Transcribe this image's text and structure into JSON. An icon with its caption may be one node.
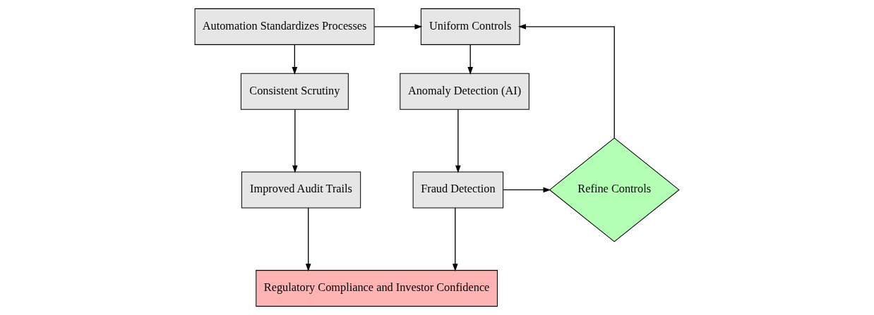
{
  "diagram": {
    "nodes": [
      {
        "text": [
          "Automation Standardizes Processes"
        ]
      },
      {
        "text": [
          "Uniform Controls"
        ]
      },
      {
        "text": [
          "Consistent Scrutiny"
        ]
      },
      {
        "text": [
          "Anomaly Detection (AI)"
        ]
      },
      {
        "text": [
          "Improved Audit Trails"
        ]
      },
      {
        "text": [
          "Fraud Detection"
        ]
      },
      {
        "text": [
          "Refine Controls"
        ]
      },
      {
        "text": [
          "Regulatory Compliance and Investor Confidence"
        ]
      }
    ],
    "edges": [
      {
        "from": 0,
        "to": 1,
        "arrow": "to"
      },
      {
        "from": 0,
        "to": 2,
        "arrow": "to"
      },
      {
        "from": 2,
        "to": 4,
        "arrow": "to"
      },
      {
        "from": 4,
        "to": 7,
        "arrow": "to"
      },
      {
        "from": 1,
        "to": 3,
        "arrow": "to"
      },
      {
        "from": 3,
        "to": 5,
        "arrow": "to"
      },
      {
        "from": 5,
        "to": 6,
        "arrow": "to"
      },
      {
        "from": 6,
        "to": 1,
        "arrow": "to"
      },
      {
        "from": 5,
        "to": 7,
        "arrow": "to"
      }
    ]
  }
}
